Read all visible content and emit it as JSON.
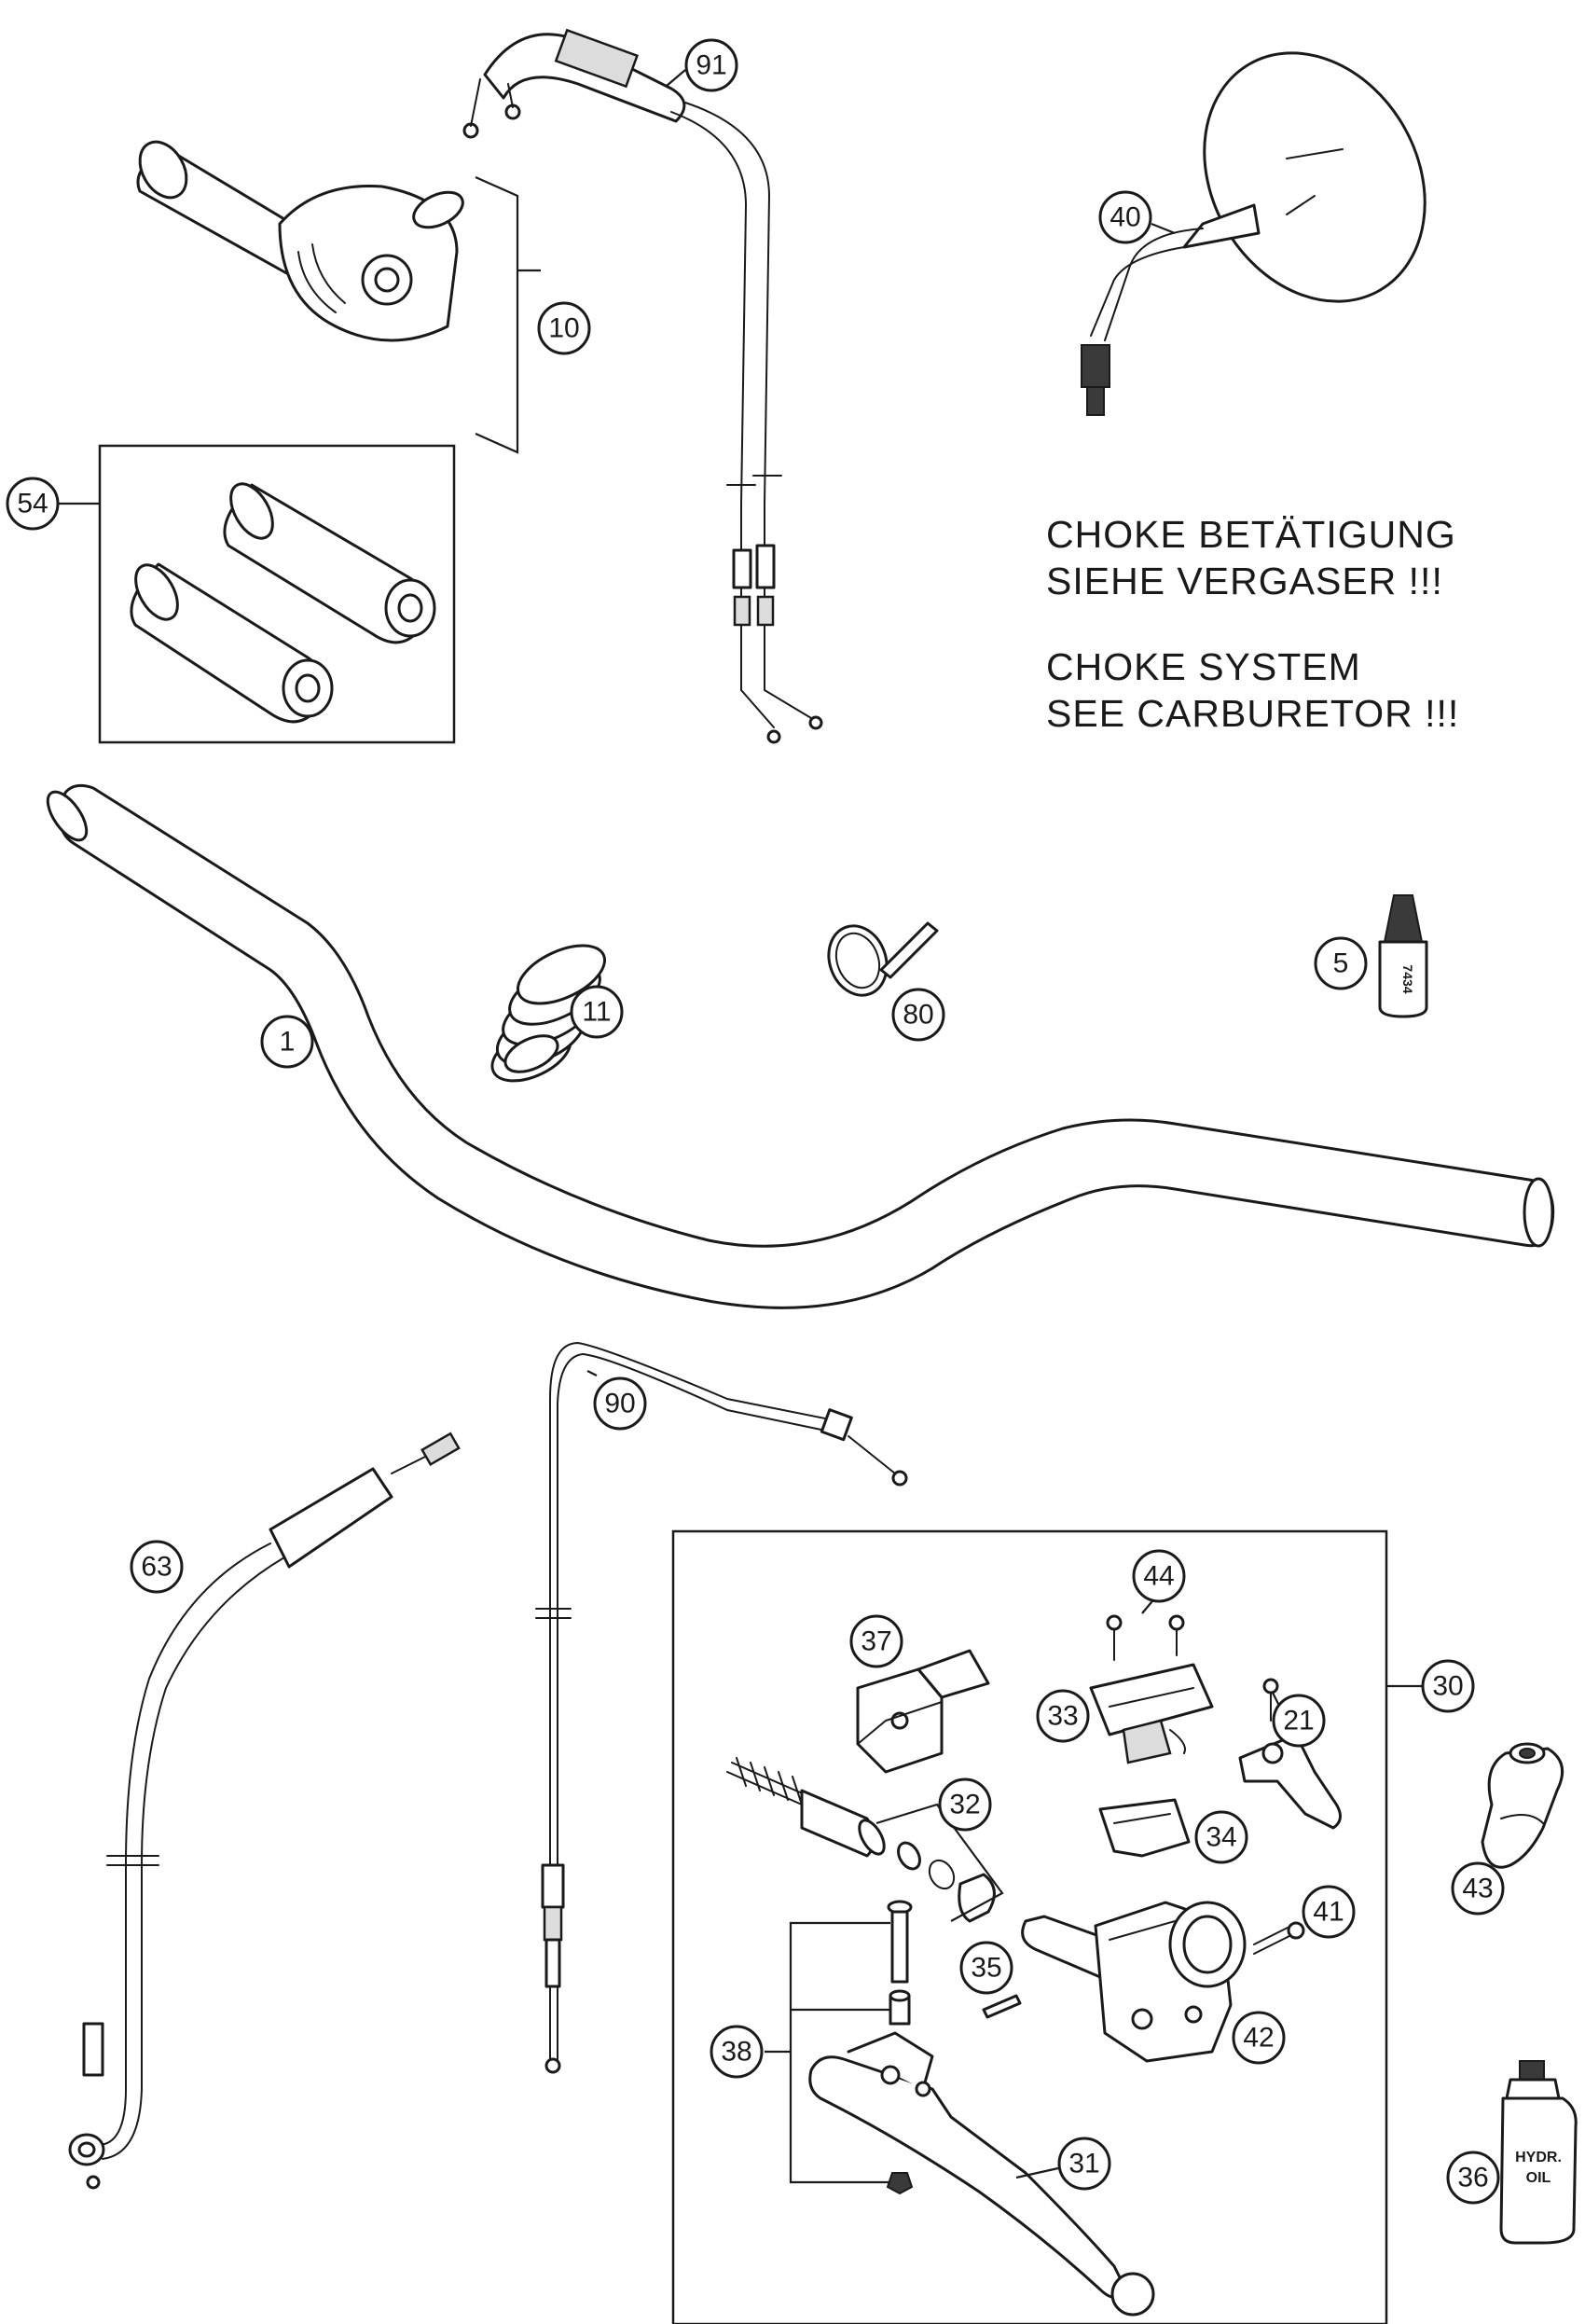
{
  "notes": {
    "choke_de_line1": "CHOKE BETÄTIGUNG",
    "choke_de_line2": "SIEHE VERGASER !!!",
    "choke_en_line1": "CHOKE SYSTEM",
    "choke_en_line2": "SEE CARBURETOR !!!"
  },
  "part_labels": {
    "p91": "91",
    "p40": "40",
    "p10": "10",
    "p54": "54",
    "p1": "1",
    "p11": "11",
    "p80": "80",
    "p5": "5",
    "p90": "90",
    "p63": "63",
    "p44": "44",
    "p37": "37",
    "p30": "30",
    "p33": "33",
    "p21": "21",
    "p32": "32",
    "p34": "34",
    "p43": "43",
    "p41": "41",
    "p35": "35",
    "p42": "42",
    "p38": "38",
    "p31": "31",
    "p36": "36"
  },
  "product_text": {
    "loctite": "7434",
    "oil_line1": "HYDR.",
    "oil_line2": "OIL"
  }
}
